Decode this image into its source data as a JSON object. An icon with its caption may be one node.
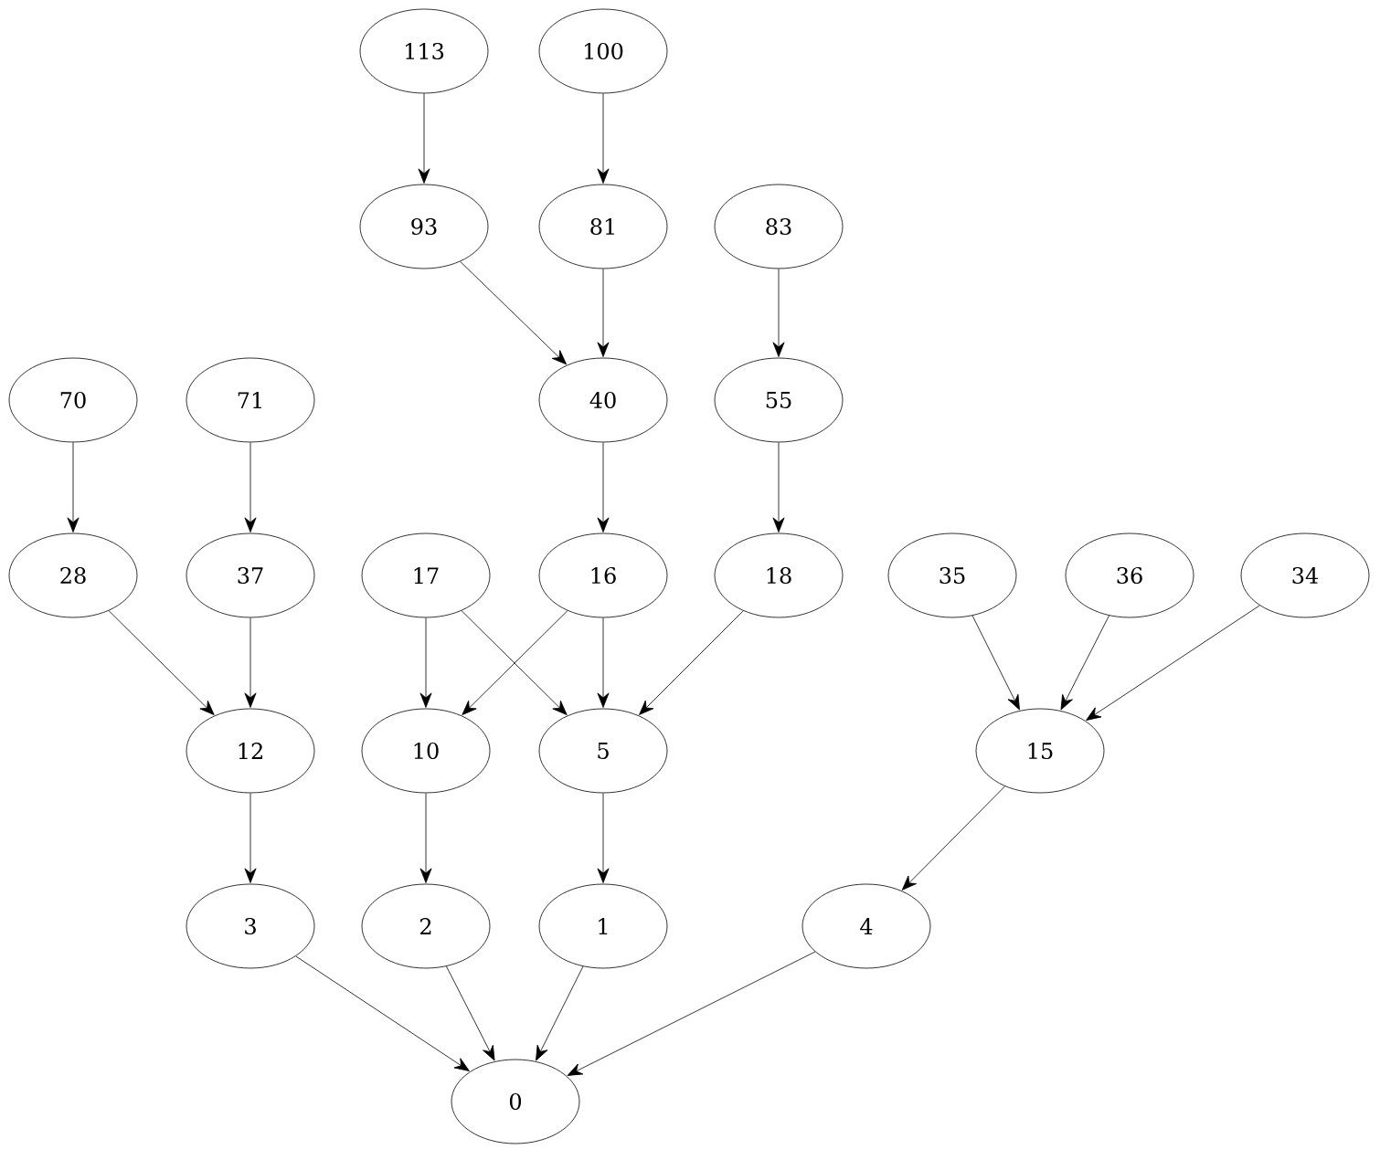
{
  "diagram": {
    "nodes": [
      {
        "text": [
          "113"
        ]
      },
      {
        "text": [
          "100"
        ]
      },
      {
        "text": [
          "93"
        ]
      },
      {
        "text": [
          "81"
        ]
      },
      {
        "text": [
          "83"
        ]
      },
      {
        "text": [
          "70"
        ]
      },
      {
        "text": [
          "71"
        ]
      },
      {
        "text": [
          "40"
        ]
      },
      {
        "text": [
          "55"
        ]
      },
      {
        "text": [
          "28"
        ]
      },
      {
        "text": [
          "37"
        ]
      },
      {
        "text": [
          "17"
        ]
      },
      {
        "text": [
          "16"
        ]
      },
      {
        "text": [
          "18"
        ]
      },
      {
        "text": [
          "35"
        ]
      },
      {
        "text": [
          "36"
        ]
      },
      {
        "text": [
          "34"
        ]
      },
      {
        "text": [
          "12"
        ]
      },
      {
        "text": [
          "10"
        ]
      },
      {
        "text": [
          "5"
        ]
      },
      {
        "text": [
          "15"
        ]
      },
      {
        "text": [
          "3"
        ]
      },
      {
        "text": [
          "2"
        ]
      },
      {
        "text": [
          "1"
        ]
      },
      {
        "text": [
          "4"
        ]
      },
      {
        "text": [
          "0"
        ]
      }
    ],
    "edges": [
      {
        "from": 0,
        "to": 2,
        "arrow": "to"
      },
      {
        "from": 1,
        "to": 3,
        "arrow": "to"
      },
      {
        "from": 2,
        "to": 7,
        "arrow": "to"
      },
      {
        "from": 3,
        "to": 7,
        "arrow": "to"
      },
      {
        "from": 4,
        "to": 8,
        "arrow": "to"
      },
      {
        "from": 5,
        "to": 9,
        "arrow": "to"
      },
      {
        "from": 6,
        "to": 10,
        "arrow": "to"
      },
      {
        "from": 7,
        "to": 12,
        "arrow": "to"
      },
      {
        "from": 8,
        "to": 13,
        "arrow": "to"
      },
      {
        "from": 9,
        "to": 17,
        "arrow": "to"
      },
      {
        "from": 10,
        "to": 17,
        "arrow": "to"
      },
      {
        "from": 11,
        "to": 18,
        "arrow": "to"
      },
      {
        "from": 11,
        "to": 19,
        "arrow": "to"
      },
      {
        "from": 12,
        "to": 18,
        "arrow": "to"
      },
      {
        "from": 12,
        "to": 19,
        "arrow": "to"
      },
      {
        "from": 13,
        "to": 19,
        "arrow": "to"
      },
      {
        "from": 14,
        "to": 20,
        "arrow": "to"
      },
      {
        "from": 15,
        "to": 20,
        "arrow": "to"
      },
      {
        "from": 16,
        "to": 20,
        "arrow": "to"
      },
      {
        "from": 17,
        "to": 21,
        "arrow": "to"
      },
      {
        "from": 18,
        "to": 22,
        "arrow": "to"
      },
      {
        "from": 19,
        "to": 23,
        "arrow": "to"
      },
      {
        "from": 20,
        "to": 24,
        "arrow": "to"
      },
      {
        "from": 21,
        "to": 25,
        "arrow": "to"
      },
      {
        "from": 22,
        "to": 25,
        "arrow": "to"
      },
      {
        "from": 23,
        "to": 25,
        "arrow": "to"
      },
      {
        "from": 24,
        "to": 25,
        "arrow": "to"
      }
    ]
  }
}
